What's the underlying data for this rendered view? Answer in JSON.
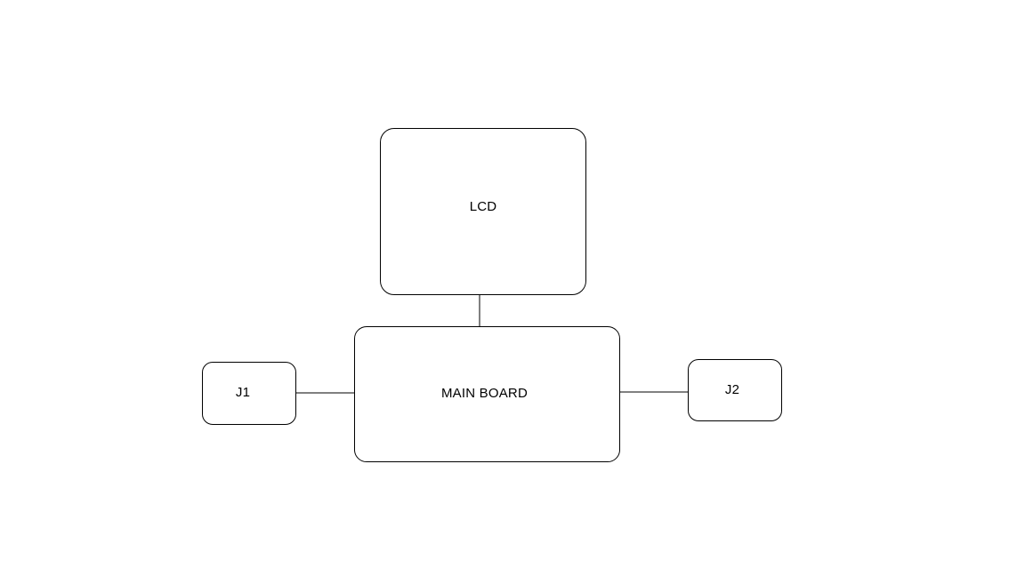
{
  "diagram": {
    "nodes": {
      "lcd": {
        "label": "LCD"
      },
      "main_board": {
        "label": "MAIN BOARD"
      },
      "j1": {
        "label": "J1"
      },
      "j2": {
        "label": "J2"
      }
    },
    "edges": [
      {
        "from": "LCD",
        "to": "MAIN BOARD"
      },
      {
        "from": "J1",
        "to": "MAIN BOARD"
      },
      {
        "from": "MAIN BOARD",
        "to": "J2"
      }
    ],
    "colors": {
      "line": "#000000",
      "background": "#ffffff"
    }
  }
}
